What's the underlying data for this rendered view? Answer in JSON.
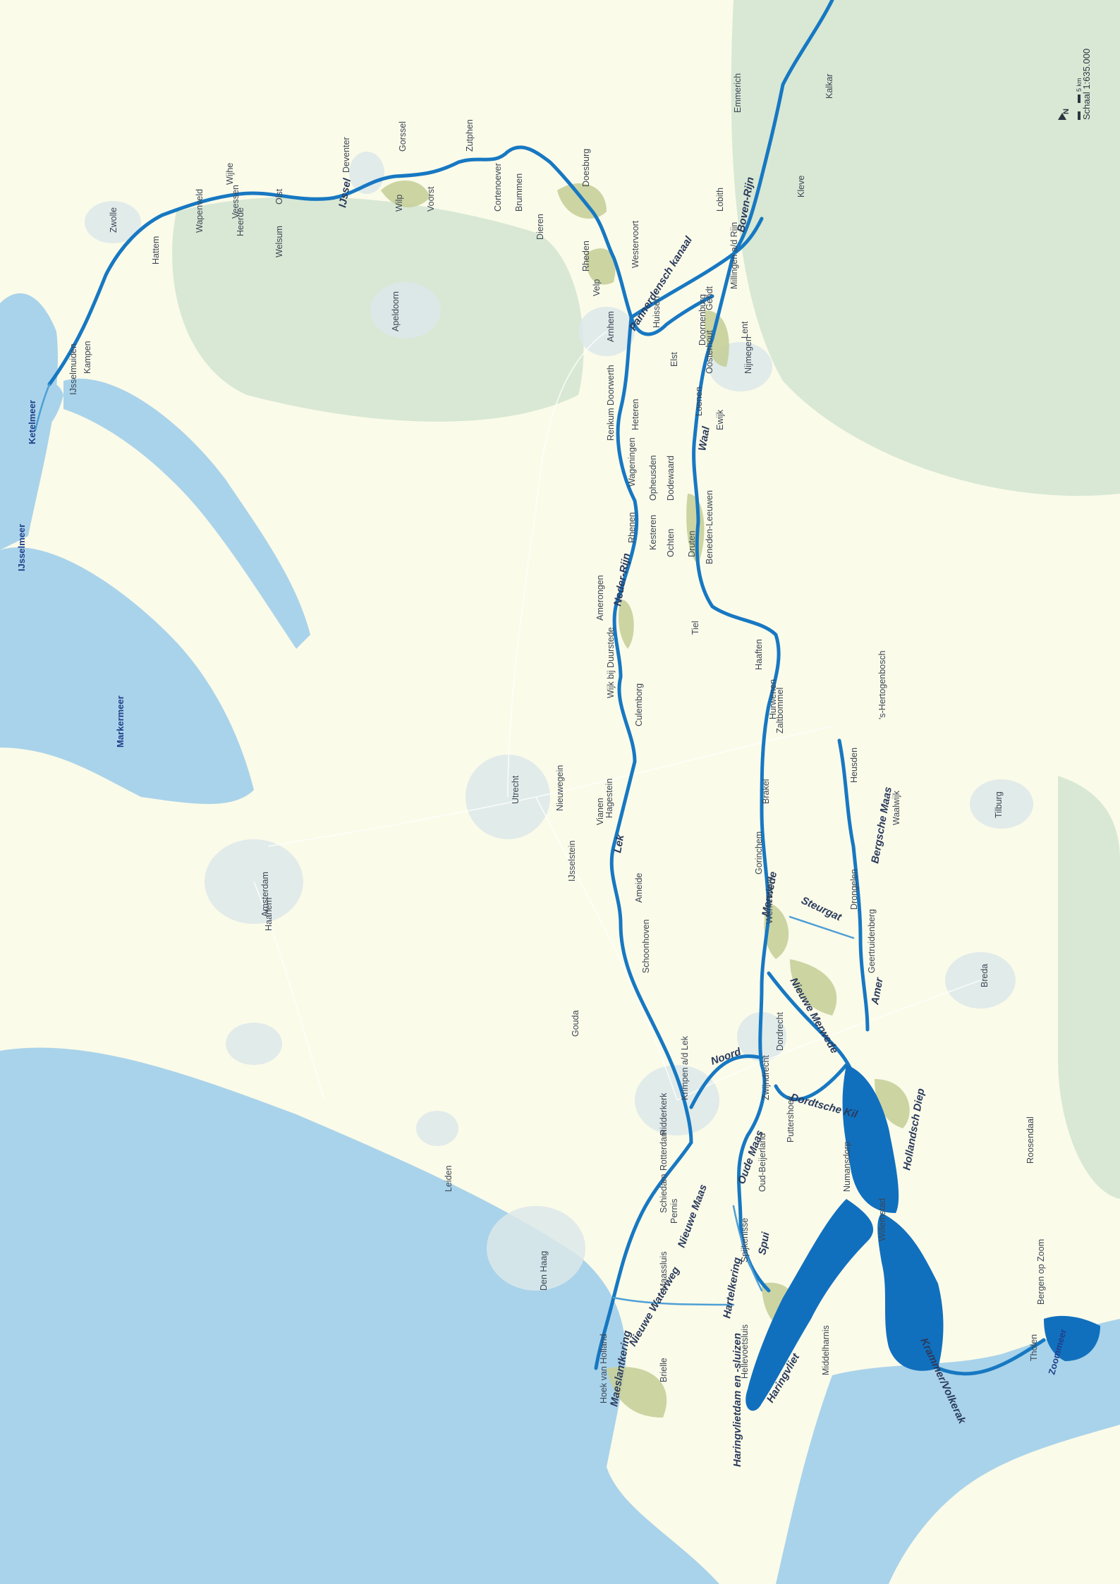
{
  "scale": {
    "text": "Schaal 1:635.000",
    "bar_label": "5 km",
    "north_label": "N"
  },
  "water_bodies": [
    {
      "id": "ketelmeer",
      "label": "Ketelmeer"
    },
    {
      "id": "ijsselmeer",
      "label": "IJsselmeer"
    },
    {
      "id": "markermeer",
      "label": "Markermeer"
    },
    {
      "id": "zoommeer",
      "label": "Zoommeer"
    }
  ],
  "rivers": [
    {
      "id": "ijssel",
      "label": "IJssel"
    },
    {
      "id": "pannerdensch-kanaal",
      "label": "Pannerdensch kanaal"
    },
    {
      "id": "boven-rijn",
      "label": "Boven-Rijn"
    },
    {
      "id": "waal",
      "label": "Waal"
    },
    {
      "id": "neder-rijn",
      "label": "Neder-Rijn"
    },
    {
      "id": "lek",
      "label": "Lek"
    },
    {
      "id": "merwede",
      "label": "Merwede"
    },
    {
      "id": "nieuwe-merwede",
      "label": "Nieuwe Merwede"
    },
    {
      "id": "bergsche-maas",
      "label": "Bergsche Maas"
    },
    {
      "id": "steurgat",
      "label": "Steurgat"
    },
    {
      "id": "amer",
      "label": "Amer"
    },
    {
      "id": "noord",
      "label": "Noord"
    },
    {
      "id": "dordtsche-kil",
      "label": "Dordtsche Kil"
    },
    {
      "id": "hollandsch-diep",
      "label": "Hollandsch Diep"
    },
    {
      "id": "oude-maas",
      "label": "Oude Maas"
    },
    {
      "id": "nieuwe-maas",
      "label": "Nieuwe Maas"
    },
    {
      "id": "nieuwe-waterweg",
      "label": "Nieuwe Waterweg"
    },
    {
      "id": "spui",
      "label": "Spui"
    },
    {
      "id": "hartelkering",
      "label": "Hartelkering"
    },
    {
      "id": "maeslantkering",
      "label": "Maeslantkering"
    },
    {
      "id": "haringvliet",
      "label": "Haringvliet"
    },
    {
      "id": "haringvlietdam",
      "label": "Haringvlietdam en -sluizen"
    },
    {
      "id": "krammer-volkerak",
      "label": "Krammer/Volkerak"
    }
  ],
  "places": [
    "IJsselmuiden",
    "Kampen",
    "Zwolle",
    "Hattem",
    "Wapenveld",
    "Heerde",
    "Wijhe",
    "Veessen",
    "Olst",
    "Welsum",
    "Deventer",
    "Gorssel",
    "Wilp",
    "Voorst",
    "Zutphen",
    "Cortenoever",
    "Brummen",
    "Dieren",
    "Doesburg",
    "Rheden",
    "Velp",
    "Westervoort",
    "Arnhem",
    "Huissen",
    "Lobith",
    "Emmerich",
    "Millingen a/d Rijn",
    "Gendt",
    "Kleve",
    "Kalkar",
    "Nijmegen",
    "Lent",
    "Doornenburg",
    "Oosterhout",
    "Loenen",
    "Ewijk",
    "Elst",
    "Renkum",
    "Doorwerth",
    "Heteren",
    "Wageningen",
    "Opheusden",
    "Dodewaard",
    "Rhenen",
    "Kesteren",
    "Ochten",
    "Druten",
    "Beneden-Leeuwen",
    "Amerongen",
    "Tiel",
    "Wijk bij Duurstede",
    "Culemborg",
    "Vianen",
    "Hagestein",
    "Nieuwegein",
    "IJsselstein",
    "Utrecht",
    "Haaften",
    "Hurwenen",
    "Zaltbommel",
    "'s-Hertogenbosch",
    "Heusden",
    "Waalwijk",
    "Brakel",
    "Gorinchem",
    "Ameide",
    "Werkendam",
    "Drongelen",
    "Schoonhoven",
    "Geertruidenberg",
    "Breda",
    "Tilburg",
    "Apeldoorn",
    "Amsterdam",
    "Gouda",
    "Dordrecht",
    "Zwijndrecht",
    "Krimpen a/d Lek",
    "Ridderkerk",
    "Rotterdam",
    "Schiedam",
    "Pernis",
    "Puttershoek",
    "Oud-Beijerland",
    "Numansdorp",
    "Willemstad",
    "Roosendaal",
    "Spijkenisse",
    "Maassluis",
    "Hellevoetsluis",
    "Middelharnis",
    "Brielle",
    "Hoek van Holland",
    "Den Haag",
    "Leiden",
    "Haarlem",
    "Tholen",
    "Bergen op Zoom"
  ]
}
